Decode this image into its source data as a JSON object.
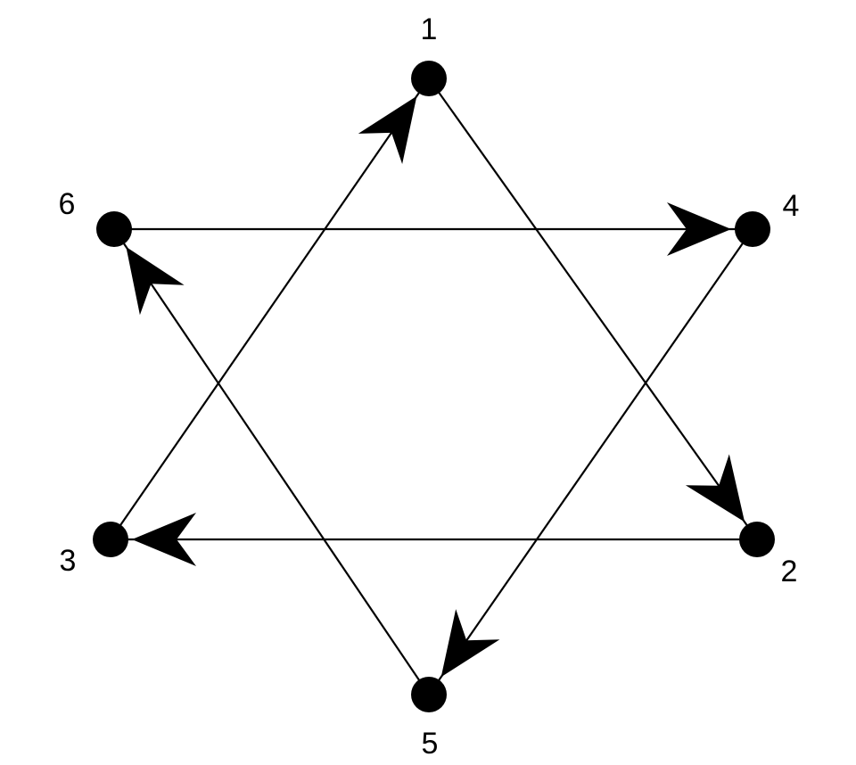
{
  "diagram": {
    "type": "directed-graph",
    "colors": {
      "ink": "#000000",
      "background": "#ffffff"
    },
    "nodes": [
      {
        "id": "1",
        "label": "1"
      },
      {
        "id": "2",
        "label": "2"
      },
      {
        "id": "3",
        "label": "3"
      },
      {
        "id": "4",
        "label": "4"
      },
      {
        "id": "5",
        "label": "5"
      },
      {
        "id": "6",
        "label": "6"
      }
    ],
    "edges": [
      {
        "from": "1",
        "to": "2"
      },
      {
        "from": "2",
        "to": "3"
      },
      {
        "from": "3",
        "to": "1"
      },
      {
        "from": "4",
        "to": "5"
      },
      {
        "from": "5",
        "to": "6"
      },
      {
        "from": "6",
        "to": "4"
      }
    ]
  }
}
